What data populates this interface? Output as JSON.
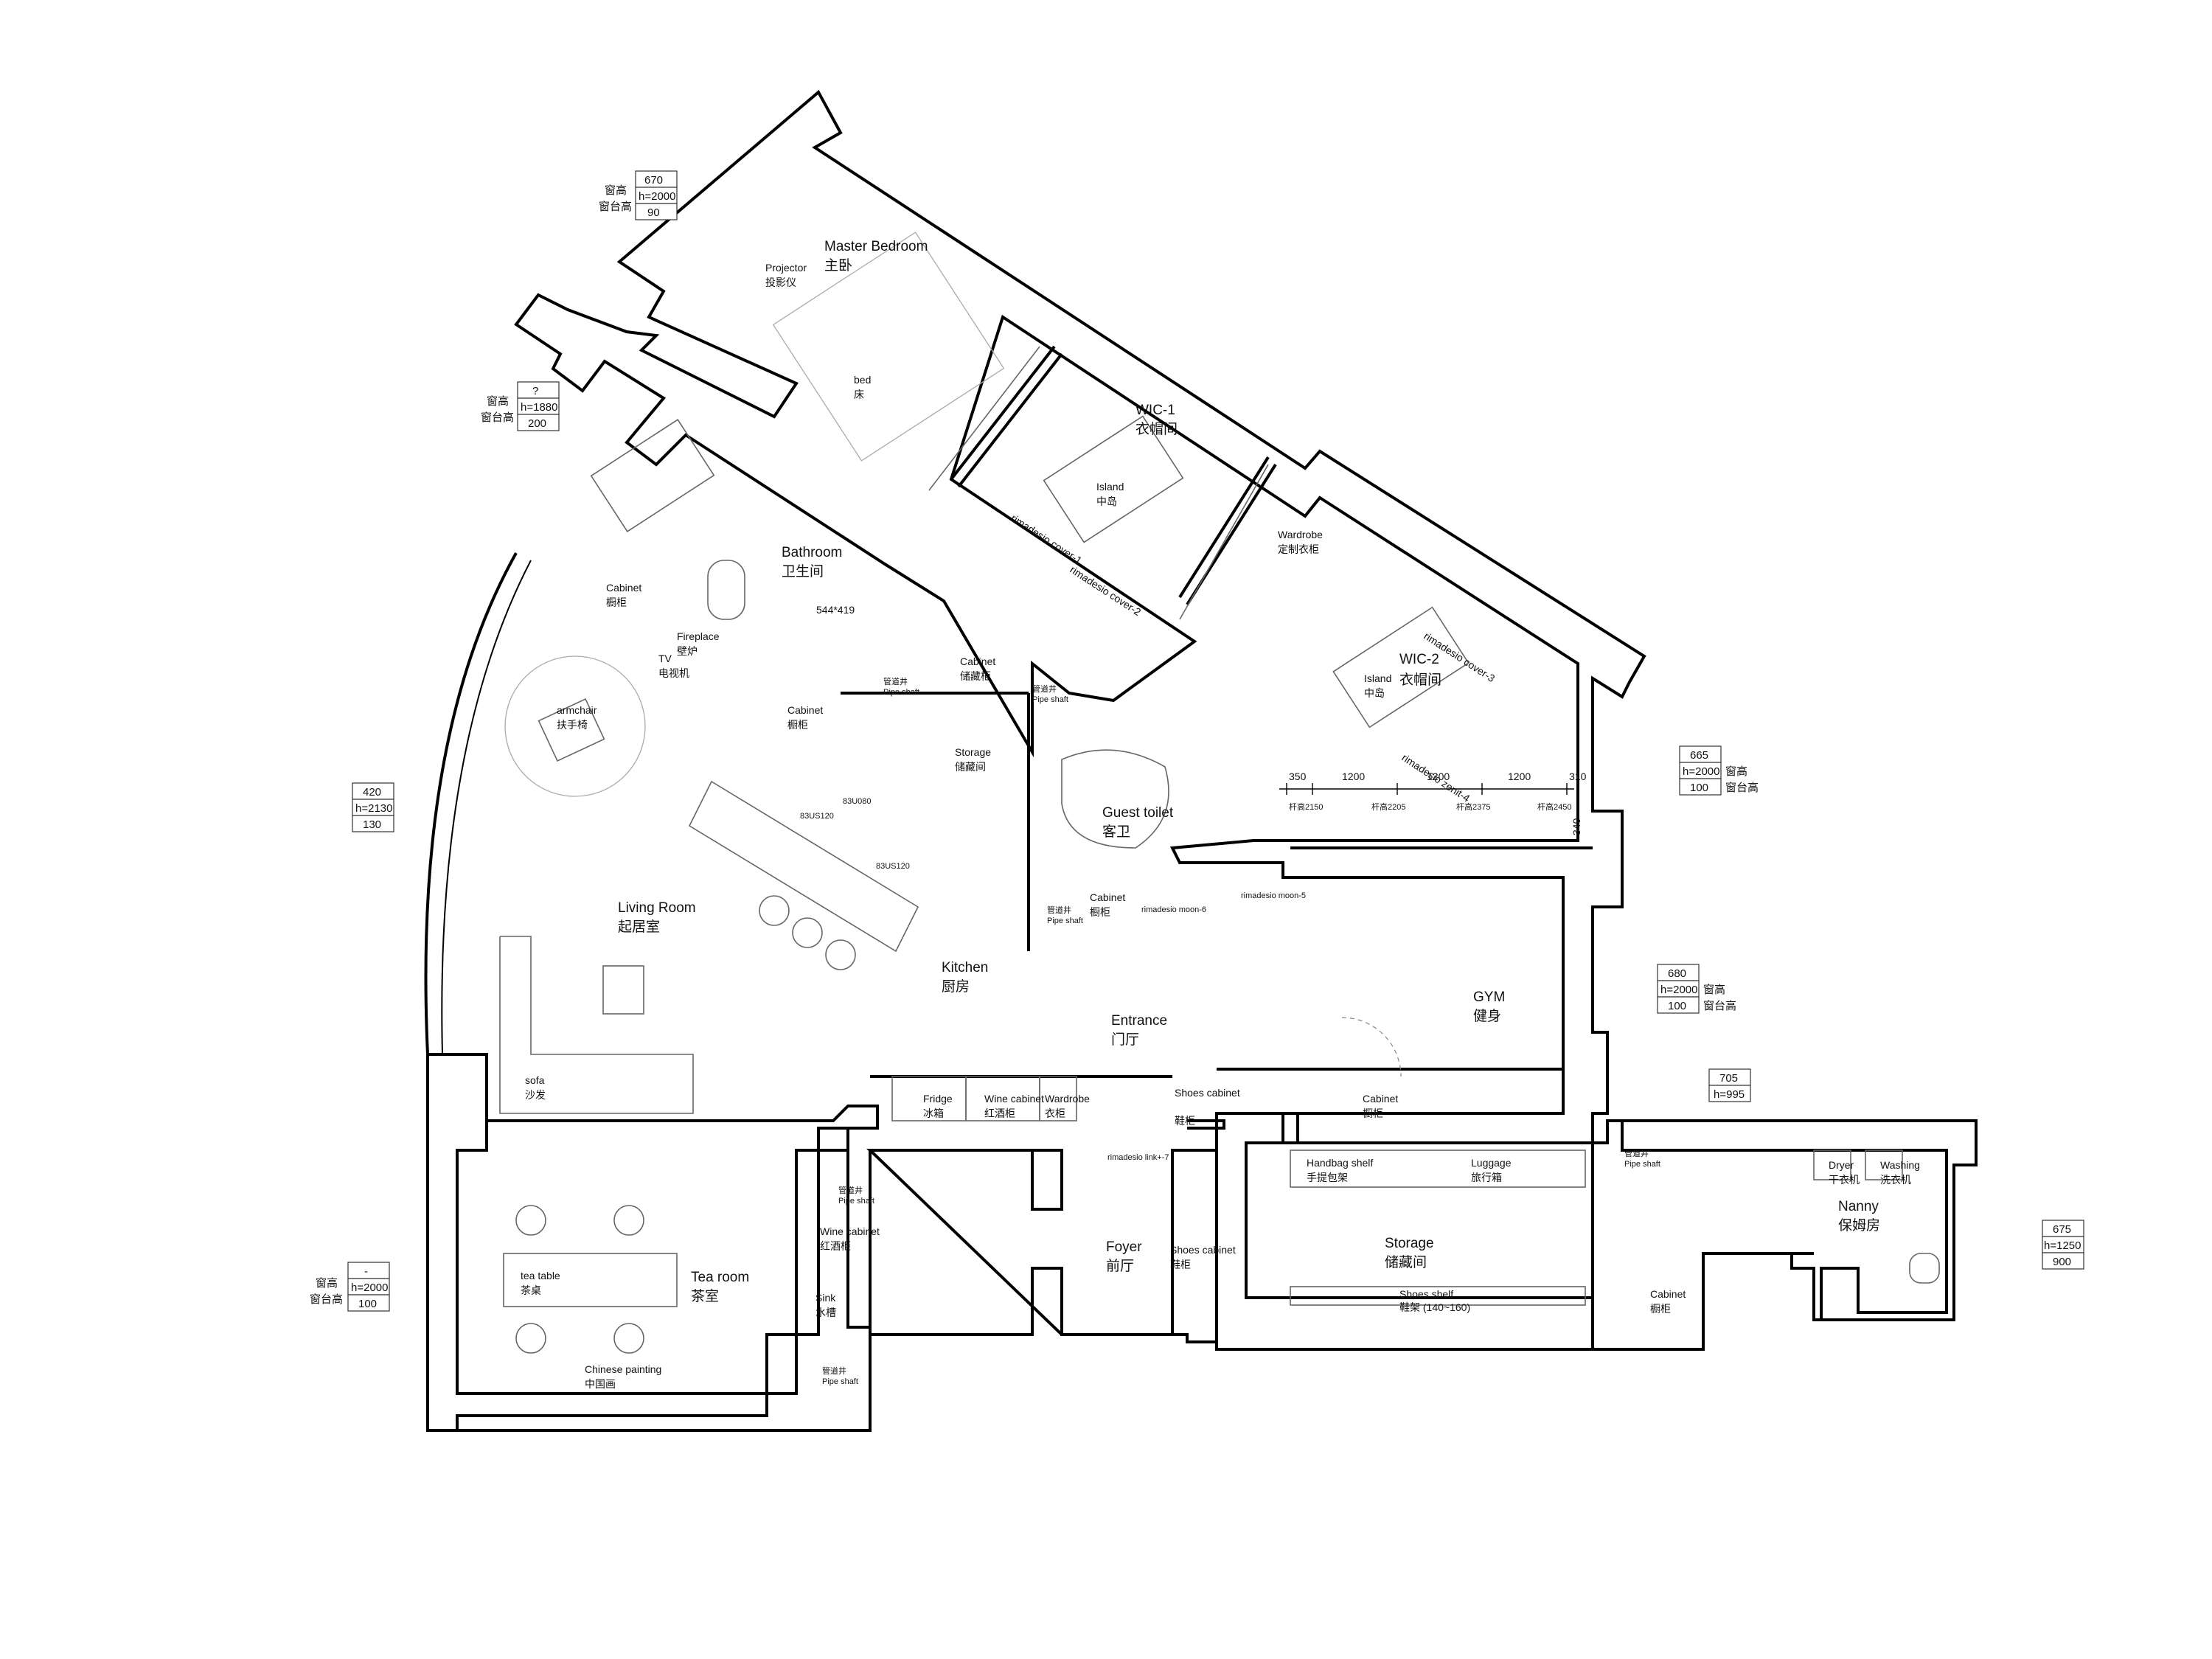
{
  "rooms": {
    "master_bedroom": {
      "en": "Master Bedroom",
      "cn": "主卧"
    },
    "projector": {
      "en": "Projector",
      "cn": "投影仪"
    },
    "bed": {
      "en": "bed",
      "cn": "床"
    },
    "wic1": {
      "en": "WIC-1",
      "cn": "衣帽间"
    },
    "island1": {
      "en": "Island",
      "cn": "中岛"
    },
    "wic2": {
      "en": "WIC-2",
      "cn": "衣帽间"
    },
    "island2": {
      "en": "Island",
      "cn": "中岛"
    },
    "wardrobe": {
      "en": "Wardrobe",
      "cn": "定制衣柜"
    },
    "bathroom": {
      "en": "Bathroom",
      "cn": "卫生间"
    },
    "bath_size": "544*419",
    "cabinet_bath": {
      "en": "Cabinet",
      "cn": "橱柜"
    },
    "pipe_bath1": {
      "cn": "管道井",
      "en": "Pipe shaft"
    },
    "pipe_bath2": {
      "cn": "管道井",
      "en": "Pipe shaft"
    },
    "cabinet_storage": {
      "en": "Cabinet",
      "cn": "储藏柜"
    },
    "cabinet_lr": {
      "en": "Cabinet",
      "cn": "橱柜"
    },
    "fireplace": {
      "en": "Fireplace",
      "cn": "壁炉"
    },
    "tv": {
      "en": "TV",
      "cn": "电视机"
    },
    "armchair": {
      "en": "armchair",
      "cn": "扶手椅"
    },
    "cabinet_lr2": {
      "en": "Cabinet",
      "cn": "橱柜"
    },
    "storage_k": {
      "en": "Storage",
      "cn": "储藏间"
    },
    "guest_toilet": {
      "en": "Guest toilet",
      "cn": "客卫"
    },
    "pipe_gt": {
      "cn": "管道井",
      "en": "Pipe shaft"
    },
    "cabinet_gt": {
      "en": "Cabinet",
      "cn": "橱柜"
    },
    "living_room": {
      "en": "Living Room",
      "cn": "起居室"
    },
    "kitchen": {
      "en": "Kitchen",
      "cn": "厨房"
    },
    "sofa": {
      "en": "sofa",
      "cn": "沙发"
    },
    "entrance": {
      "en": "Entrance",
      "cn": "门厅"
    },
    "gym": {
      "en": "GYM",
      "cn": "健身"
    },
    "fridge": {
      "en": "Fridge",
      "cn": "冰箱"
    },
    "wine_cab1": {
      "en": "Wine cabinet",
      "cn": "红酒柜"
    },
    "wardrobe2": {
      "en": "Wardrobe",
      "cn": "衣柜"
    },
    "shoes_cab1": {
      "en": "Shoes cabinet",
      "cn": "鞋柜"
    },
    "cabinet_gym": {
      "en": "Cabinet",
      "cn": "橱柜"
    },
    "foyer": {
      "en": "Foyer",
      "cn": "前厅"
    },
    "shoes_cab2": {
      "en": "Shoes cabinet",
      "cn": "鞋柜"
    },
    "storage_big": {
      "en": "Storage",
      "cn": "储藏间"
    },
    "handbag": {
      "en": "Handbag shelf",
      "cn": "手提包架"
    },
    "luggage": {
      "en": "Luggage",
      "cn": "旅行箱"
    },
    "shoes_shelf": {
      "en": "Shoes shelf",
      "cn": "鞋架 (140~160)"
    },
    "cabinet_st": {
      "en": "Cabinet",
      "cn": "橱柜"
    },
    "pipe_st": {
      "cn": "管道井",
      "en": "Pipe shaft"
    },
    "nanny": {
      "en": "Nanny",
      "cn": "保姆房"
    },
    "dryer": {
      "en": "Dryer",
      "cn": "干衣机"
    },
    "washing": {
      "en": "Washing",
      "cn": "洗衣机"
    },
    "tea_room": {
      "en": "Tea room",
      "cn": "茶室"
    },
    "tea_table": {
      "en": "tea table",
      "cn": "茶桌"
    },
    "chinese_painting": {
      "en": "Chinese painting",
      "cn": "中国画"
    },
    "pipe_tea1": {
      "cn": "管道井",
      "en": "Pipe shaft"
    },
    "wine_cab2": {
      "en": "Wine cabinet",
      "cn": "红酒柜"
    },
    "sink": {
      "en": "Sink",
      "cn": "水槽"
    },
    "pipe_tea2": {
      "cn": "管道井",
      "en": "Pipe shaft"
    }
  },
  "products": {
    "cover1": "rimadesio cover-1",
    "cover2": "rimadesio cover-2",
    "cover3": "rimadesio cover-3",
    "zenit4": "rimadesio zenit-4",
    "moon5": "rimadesio moon-5",
    "moon6": "rimadesio moon-6",
    "link7": "rimadesio link+-7",
    "codes": [
      "83US120",
      "83U080",
      "83US120"
    ]
  },
  "window_tags": [
    {
      "id": "w1",
      "cn_top": "窗高",
      "cn_bottom": "窗台高",
      "vals": [
        "670",
        "h=2000",
        "90"
      ]
    },
    {
      "id": "w2",
      "cn_top": "窗高",
      "cn_bottom": "窗台高",
      "vals": [
        "?",
        "h=1880",
        "200"
      ]
    },
    {
      "id": "w3",
      "cn_top": "",
      "cn_bottom": "",
      "vals": [
        "420",
        "h=2130",
        "130"
      ]
    },
    {
      "id": "w4",
      "cn_top": "窗高",
      "cn_bottom": "窗台高",
      "vals": [
        "665",
        "h=2000",
        "100"
      ]
    },
    {
      "id": "w5",
      "cn_top": "窗高",
      "cn_bottom": "窗台高",
      "vals": [
        "680",
        "h=2000",
        "100"
      ]
    },
    {
      "id": "w6",
      "cn_top": "",
      "cn_bottom": "",
      "vals": [
        "705",
        "h=995"
      ]
    },
    {
      "id": "w7",
      "cn_top": "",
      "cn_bottom": "",
      "vals": [
        "675",
        "h=1250",
        "900"
      ]
    },
    {
      "id": "w8",
      "cn_top": "窗高",
      "cn_bottom": "窗台高",
      "vals": [
        "-",
        "h=2000",
        "100"
      ]
    }
  ],
  "dimensions": {
    "segments": [
      "350",
      "1200",
      "1200",
      "1200",
      "310"
    ],
    "rods": [
      "杆高2150",
      "杆高2205",
      "杆高2375",
      "杆高2450"
    ],
    "side": "340"
  }
}
